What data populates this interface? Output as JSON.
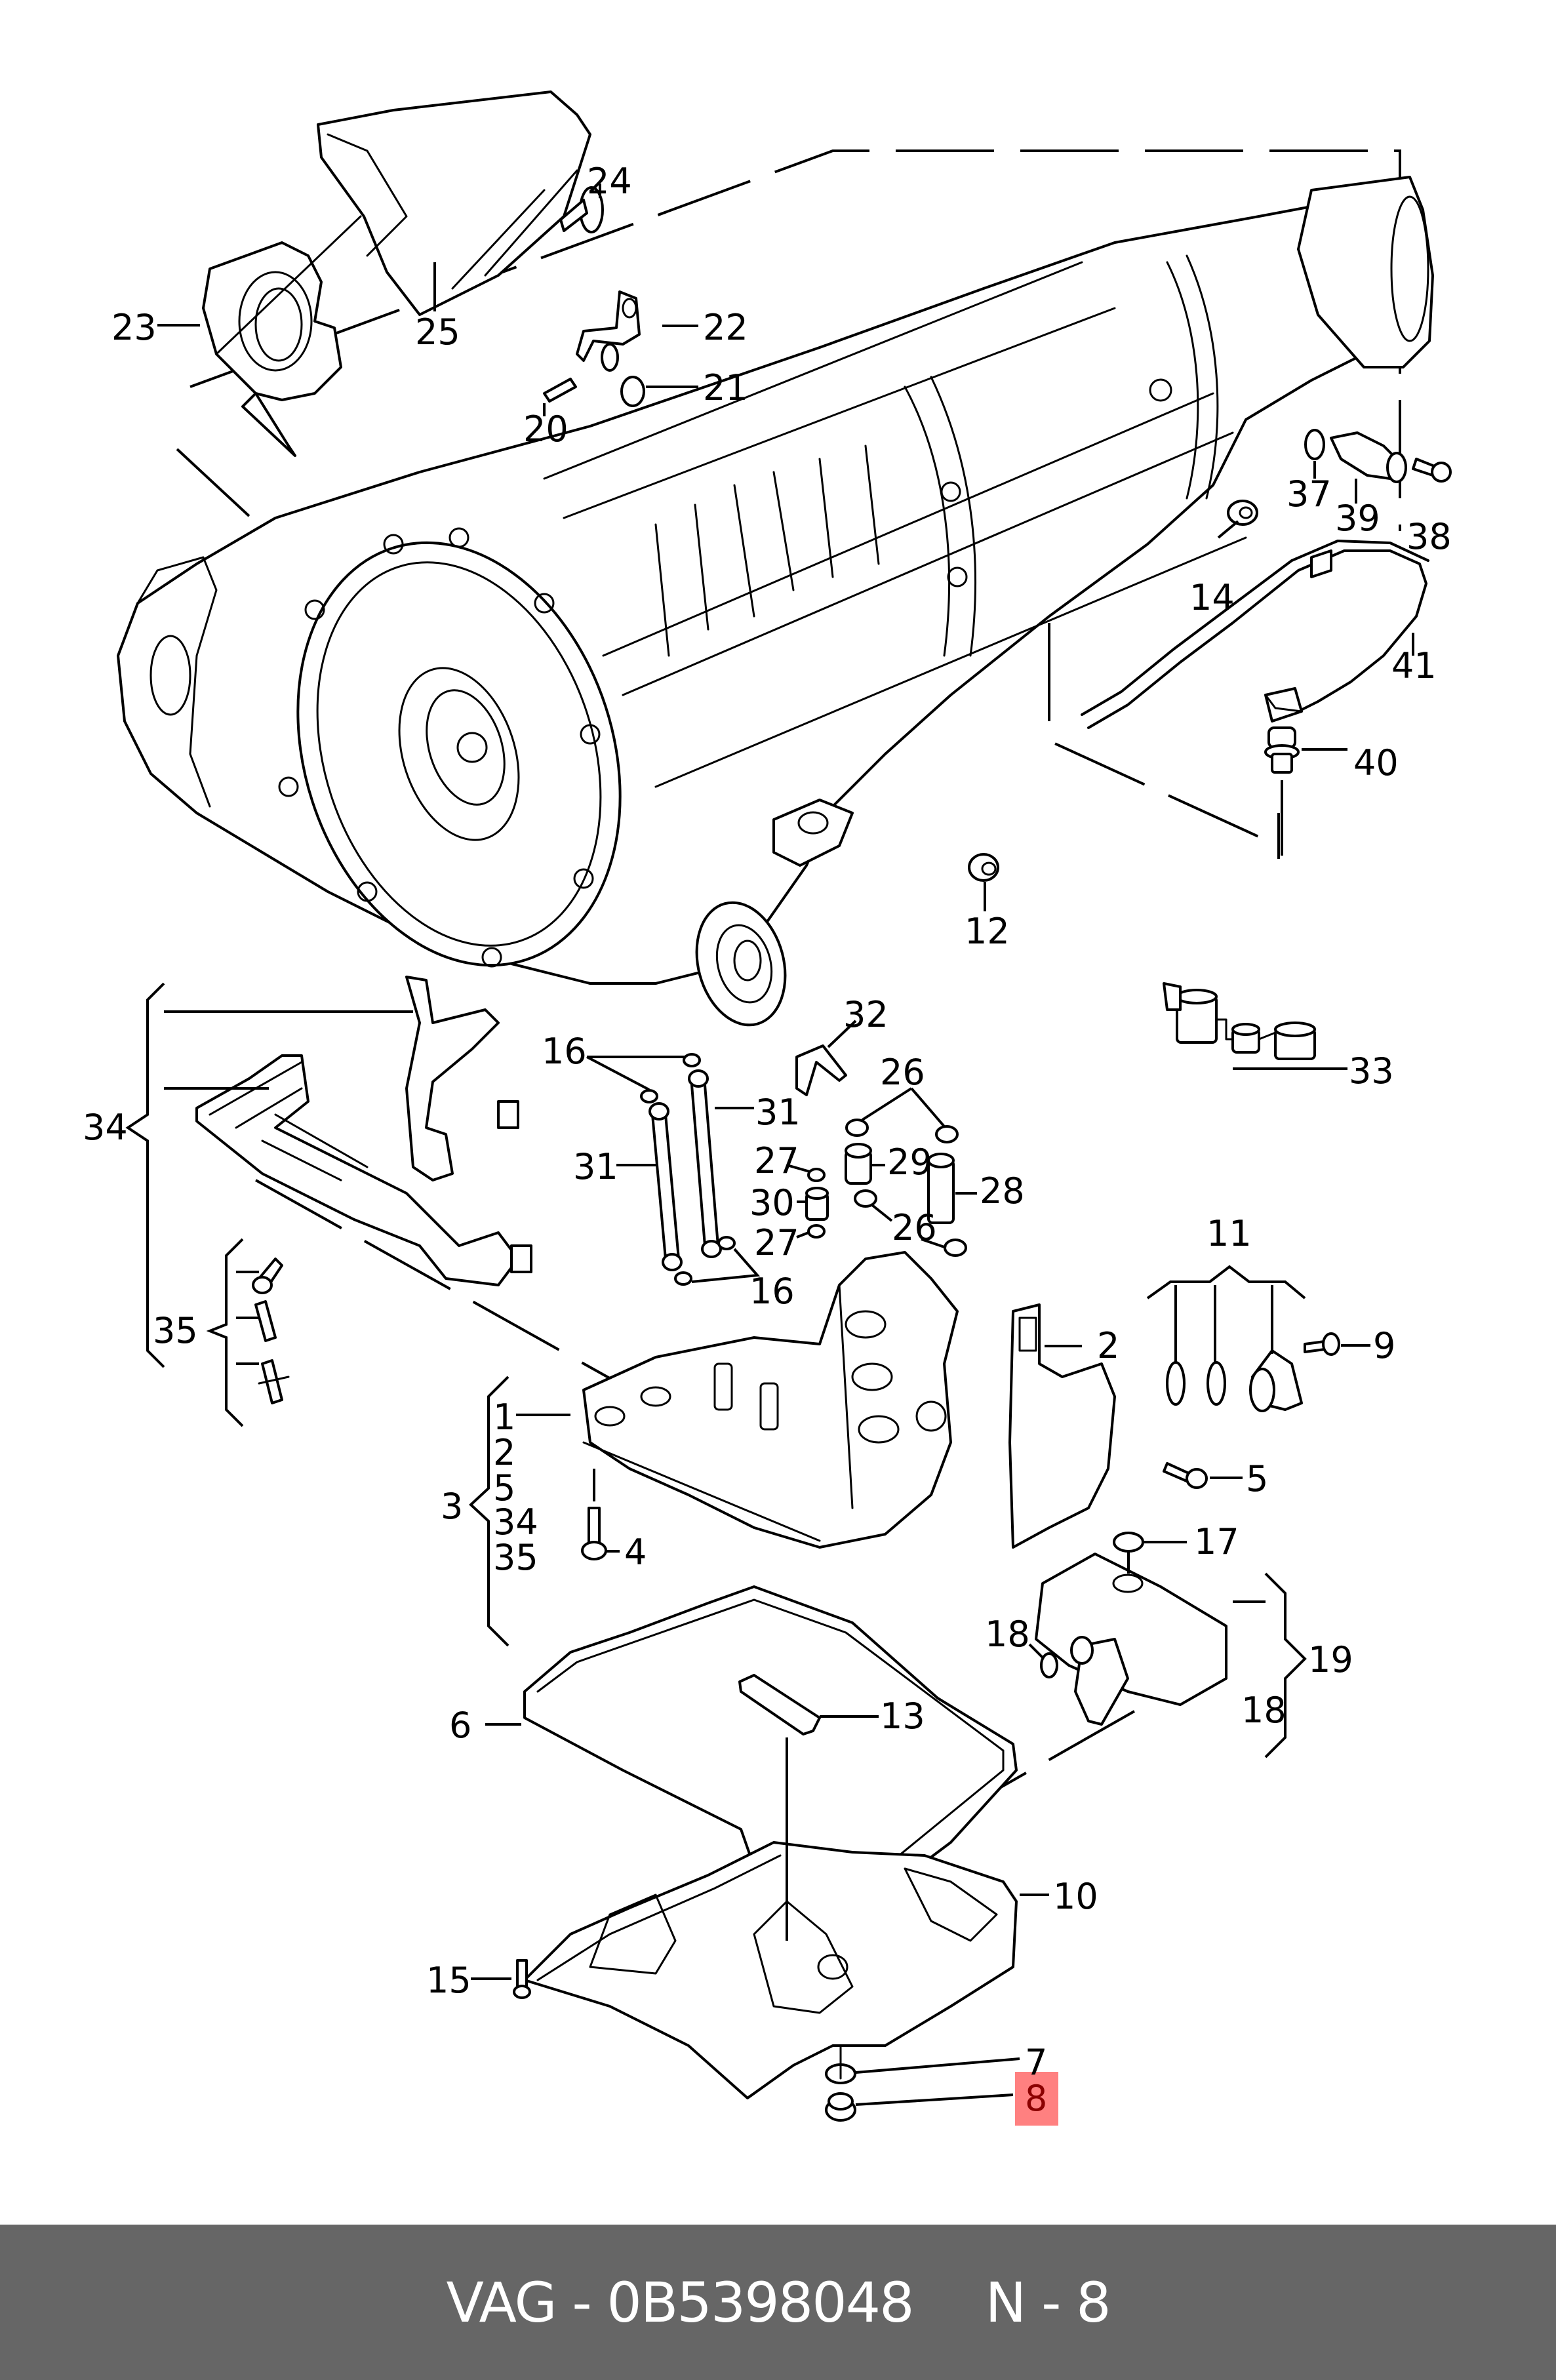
{
  "diagram": {
    "title": "Automatic transmission exploded parts view",
    "highlight_color": "#ff8080",
    "highlight_text_color": "#8b0000",
    "highlighted_part": "8",
    "callouts": [
      {
        "id": "24",
        "label": "24"
      },
      {
        "id": "23",
        "label": "23"
      },
      {
        "id": "25",
        "label": "25"
      },
      {
        "id": "22",
        "label": "22"
      },
      {
        "id": "21",
        "label": "21"
      },
      {
        "id": "20",
        "label": "20"
      },
      {
        "id": "37",
        "label": "37"
      },
      {
        "id": "39",
        "label": "39"
      },
      {
        "id": "38",
        "label": "38"
      },
      {
        "id": "14",
        "label": "14"
      },
      {
        "id": "41",
        "label": "41"
      },
      {
        "id": "40",
        "label": "40"
      },
      {
        "id": "12",
        "label": "12"
      },
      {
        "id": "32",
        "label": "32"
      },
      {
        "id": "16a",
        "label": "16"
      },
      {
        "id": "31a",
        "label": "31"
      },
      {
        "id": "26a",
        "label": "26"
      },
      {
        "id": "33",
        "label": "33"
      },
      {
        "id": "34",
        "label": "34"
      },
      {
        "id": "31b",
        "label": "31"
      },
      {
        "id": "27a",
        "label": "27"
      },
      {
        "id": "29",
        "label": "29"
      },
      {
        "id": "28",
        "label": "28"
      },
      {
        "id": "30",
        "label": "30"
      },
      {
        "id": "27b",
        "label": "27"
      },
      {
        "id": "26b",
        "label": "26"
      },
      {
        "id": "16b",
        "label": "16"
      },
      {
        "id": "11",
        "label": "11"
      },
      {
        "id": "35",
        "label": "35"
      },
      {
        "id": "2a",
        "label": "2"
      },
      {
        "id": "9",
        "label": "9"
      },
      {
        "id": "1",
        "label": "1"
      },
      {
        "id": "2b",
        "label": "2"
      },
      {
        "id": "5a",
        "label": "5"
      },
      {
        "id": "34b",
        "label": "34"
      },
      {
        "id": "35b",
        "label": "35"
      },
      {
        "id": "3",
        "label": "3"
      },
      {
        "id": "5b",
        "label": "5"
      },
      {
        "id": "4",
        "label": "4"
      },
      {
        "id": "17",
        "label": "17"
      },
      {
        "id": "18a",
        "label": "18"
      },
      {
        "id": "19",
        "label": "19"
      },
      {
        "id": "18b",
        "label": "18"
      },
      {
        "id": "13",
        "label": "13"
      },
      {
        "id": "6",
        "label": "6"
      },
      {
        "id": "10",
        "label": "10"
      },
      {
        "id": "15",
        "label": "15"
      },
      {
        "id": "7",
        "label": "7"
      },
      {
        "id": "8",
        "label": "8"
      }
    ]
  },
  "footer": {
    "brand": "VAG",
    "separator": "-",
    "part_number": "0B5398048",
    "position_prefix": "N",
    "position_separator": "-",
    "position_number": "8"
  }
}
